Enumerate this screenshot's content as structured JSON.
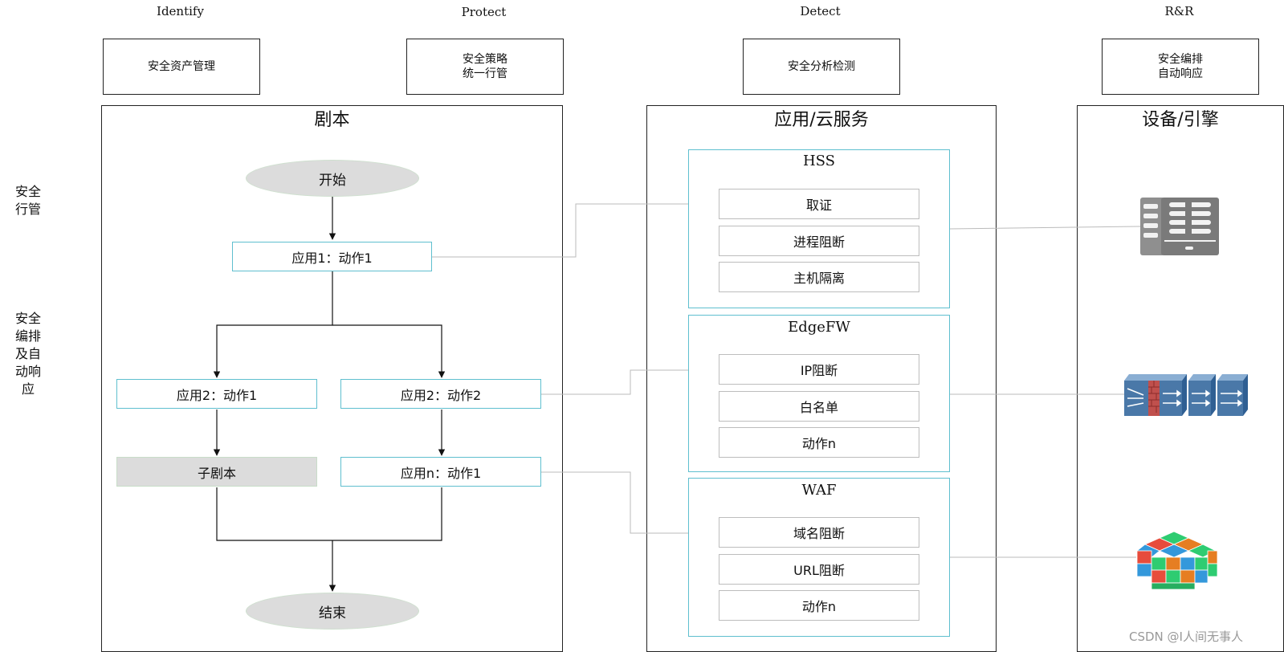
{
  "phases": [
    "Identify",
    "Protect",
    "Detect",
    "R&R"
  ],
  "top_boxes": [
    [
      "安全资产管理"
    ],
    [
      "安全策略",
      "统一行管"
    ],
    [
      "安全分析检测"
    ],
    [
      "安全编排",
      "自动响应"
    ]
  ],
  "side_labels": {
    "top": [
      "安全",
      "行管"
    ],
    "bottom": [
      "安全",
      "编排",
      "及自",
      "动响",
      "应"
    ]
  },
  "playbook": {
    "title": "剧本",
    "start": "开始",
    "end": "结束",
    "steps": {
      "app1_action1": "应用1：动作1",
      "app2_action1": "应用2：动作1",
      "app2_action2": "应用2：动作2",
      "sub_playbook": "子剧本",
      "appn_action1": "应用n：动作1"
    }
  },
  "cloud": {
    "title": "应用/云服务",
    "services": [
      {
        "name": "HSS",
        "actions": [
          "取证",
          "进程阻断",
          "主机隔离"
        ]
      },
      {
        "name": "EdgeFW",
        "actions": [
          "IP阻断",
          "白名单",
          "动作n"
        ]
      },
      {
        "name": "WAF",
        "actions": [
          "域名阻断",
          "URL阻断",
          "动作n"
        ]
      }
    ]
  },
  "devices": {
    "title": "设备/引擎",
    "icons": [
      "server-icon",
      "firewall-icon",
      "cube-cluster-icon"
    ]
  },
  "colors": {
    "accent_border": "#5fbfcf",
    "fill_gray": "#dcdcdc",
    "connector": "#bbbbbb",
    "firewall_blue": "#4a78a8",
    "firewall_brick": "#c0504d"
  },
  "watermark": "CSDN @I人间无事人"
}
